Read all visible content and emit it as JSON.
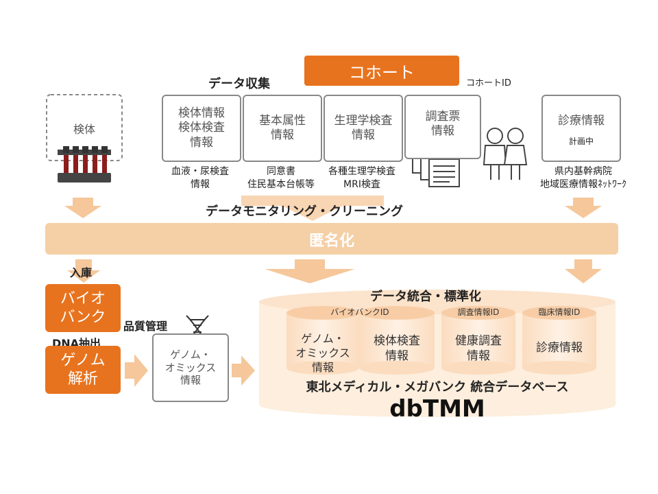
{
  "cohort": {
    "title": "コホート",
    "id_label": "コホートID"
  },
  "data_collection": {
    "heading": "データ収集"
  },
  "specimen": {
    "label": "検体"
  },
  "sources": [
    {
      "label": "検体情報\n検体検査\n情報",
      "caption": "血液・尿検査\n情報"
    },
    {
      "label": "基本属性\n情報",
      "caption": "同意書\n住民基本台帳等"
    },
    {
      "label": "生理学検査\n情報",
      "caption": "各種生理学検査\nMRI検査"
    },
    {
      "label": "調査票\n情報",
      "caption": ""
    }
  ],
  "clinical": {
    "label": "診療情報",
    "status": "計画中",
    "caption": "県内基幹病院\n地域医療情報ﾈｯﾄﾜｰｸ"
  },
  "monitoring": {
    "heading": "データモニタリング・クリーニング"
  },
  "anonymize": {
    "label": "匿名化"
  },
  "storage": {
    "label": "入庫"
  },
  "biobank": {
    "label": "バイオ\nバンク"
  },
  "dna": {
    "label": "DNA抽出"
  },
  "genome": {
    "label": "ゲノム\n解析"
  },
  "quality": {
    "label": "品質管理"
  },
  "omics": {
    "label": "ゲノム・\nオミックス\n情報"
  },
  "integration": {
    "heading": "データ統合・標準化"
  },
  "database": {
    "id_labels": [
      "バイオバンクID",
      "調査情報ID",
      "臨床情報ID"
    ],
    "cylinders": [
      "ゲノム・\nオミックス\n情報",
      "検体検査\n情報",
      "健康調査\n情報",
      "診療情報"
    ],
    "name": "東北メディカル・メガバンク 統合データベース",
    "short_name": "dbTMM"
  },
  "colors": {
    "accent": "#e8731e",
    "light_accent": "#f5cfa6",
    "pale": "#fbe3cc",
    "gray": "#888888"
  }
}
